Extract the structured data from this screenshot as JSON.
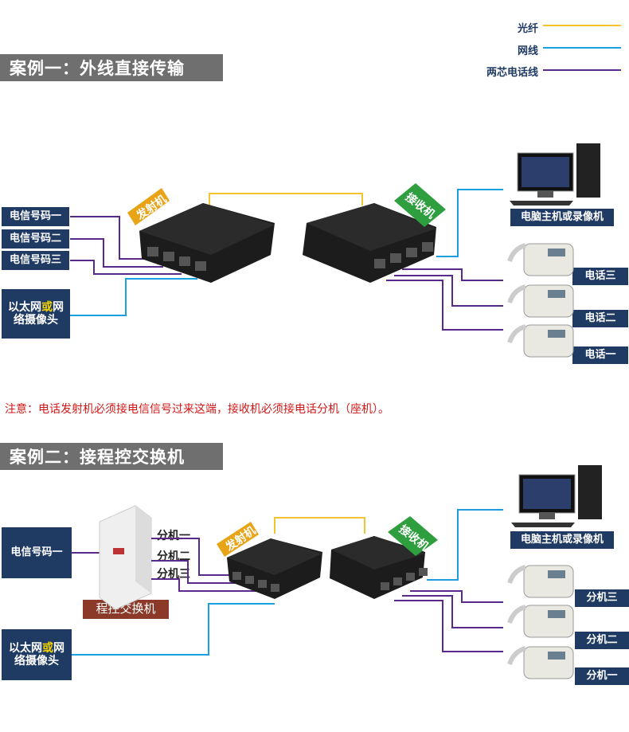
{
  "legend": [
    {
      "label": "光纤",
      "color": "#f4c430"
    },
    {
      "label": "网线",
      "color": "#1aa0e0"
    },
    {
      "label": "两芯电话线",
      "color": "#5a2a8a"
    }
  ],
  "case1": {
    "title": "案例一：外线直接传输",
    "inputs": [
      "电信号码一",
      "电信号码二",
      "电信号码三"
    ],
    "ethernet": {
      "line1_a": "以太网",
      "line1_b": "或",
      "line1_c": "网",
      "line2": "络摄像头"
    },
    "transmitter_tag": "发射机",
    "receiver_tag": "接收机",
    "pc_label": "电脑主机或录像机",
    "phones": [
      "电话三",
      "电话二",
      "电话一"
    ]
  },
  "note": "注意：电话发射机必须接电信信号过来这端，接收机必须接电话分机（座机）。",
  "case2": {
    "title": "案例二：接程控交换机",
    "input": "电信号码一",
    "pbx_label": "程控交换机",
    "extensions": [
      "分机一",
      "分机二",
      "分机三"
    ],
    "ethernet": {
      "line1_a": "以太网",
      "line1_b": "或",
      "line1_c": "网",
      "line2": "络摄像头"
    },
    "transmitter_tag": "发射机",
    "receiver_tag": "接收机",
    "pc_label": "电脑主机或录像机",
    "phones": [
      "分机三",
      "分机二",
      "分机一"
    ]
  },
  "colors": {
    "fiber": "#f4c430",
    "network": "#1aa0e0",
    "phone_line": "#5a2a8a",
    "header_bg": "#6f6f6f",
    "label_bg": "#1f3a63",
    "tx_tag": "#e8a317",
    "rx_tag": "#2e9e3e"
  }
}
